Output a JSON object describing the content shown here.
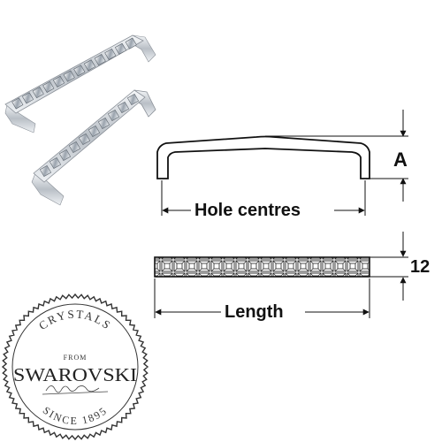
{
  "drawing": {
    "hole_centres_label": "Hole centres",
    "length_label": "Length",
    "height_label": "A",
    "thickness_label": "12"
  },
  "seal": {
    "top_text": "CRYSTALS",
    "from_text": "FROM",
    "brand": "SWAROVSKI",
    "bottom_text": "SINCE 1895"
  },
  "colors": {
    "chrome": "#c9ced4",
    "crystal": "#e9eef3",
    "line": "#111111",
    "seal": "#333333"
  }
}
